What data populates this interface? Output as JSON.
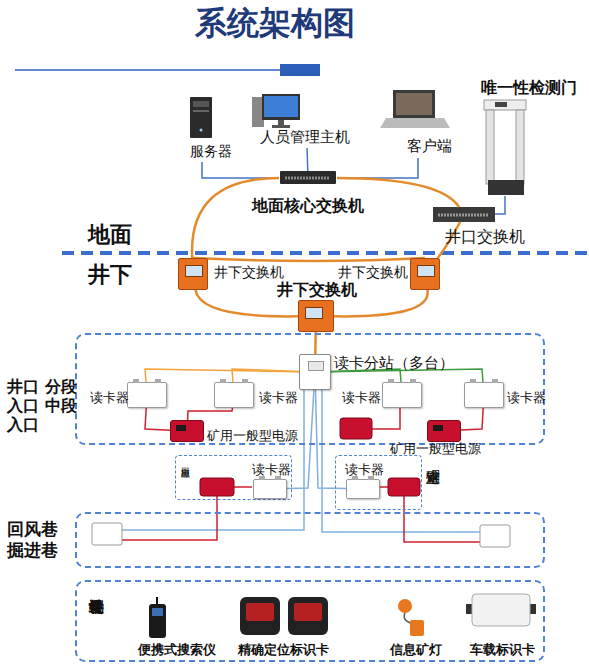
{
  "diagram": {
    "title": "系统架构图",
    "nodes": [
      {
        "text": [
          "服务器"
        ]
      },
      {
        "text": [
          "人员管理主机"
        ]
      },
      {
        "text": [
          "客户端"
        ]
      },
      {
        "text": [
          "唯一性检测门"
        ]
      },
      {
        "text": [
          "地面核心交换机"
        ]
      },
      {
        "text": [
          "井口交换机"
        ]
      },
      {
        "text": [
          "井下交换机"
        ]
      },
      {
        "text": [
          "井下交换机"
        ]
      },
      {
        "text": [
          "井下交换机"
        ]
      },
      {
        "text": [
          "井口 分段入口 中段入口"
        ]
      },
      {
        "text": [
          "读卡分站（多台）"
        ],
        "in": 9
      },
      {
        "text": [
          "读卡器"
        ],
        "in": 9
      },
      {
        "text": [
          "读卡器"
        ],
        "in": 9
      },
      {
        "text": [
          "读卡器"
        ],
        "in": 9
      },
      {
        "text": [
          "读卡器"
        ],
        "in": 9
      },
      {
        "text": [
          "矿用一般型电源"
        ],
        "in": 9
      },
      {
        "text": [
          "矿用一般型电源"
        ],
        "in": 9
      },
      {
        "text": [
          "应急出口"
        ]
      },
      {
        "text": [
          "读卡器"
        ],
        "in": 17
      },
      {
        "text": [
          "避难硐室"
        ]
      },
      {
        "text": [
          "读卡器"
        ],
        "in": 19
      },
      {
        "text": [
          "回风巷 掘进巷"
        ]
      },
      {
        "text": [
          "终端设备"
        ]
      },
      {
        "text": [
          "便携式搜索仪"
        ],
        "in": 22
      },
      {
        "text": [
          "精确定位标识卡"
        ],
        "in": 22
      },
      {
        "text": [
          "信息矿灯"
        ],
        "in": 22
      },
      {
        "text": [
          "车载标识卡"
        ],
        "in": 22
      }
    ],
    "edges": [
      {
        "from": 0,
        "to": 4,
        "arrow": "none"
      },
      {
        "from": 1,
        "to": 4,
        "arrow": "none"
      },
      {
        "from": 2,
        "to": 4,
        "arrow": "none"
      },
      {
        "from": 3,
        "to": 5,
        "arrow": "none"
      },
      {
        "from": 4,
        "to": 6,
        "arrow": "none"
      },
      {
        "from": 4,
        "to": 5,
        "arrow": "none"
      },
      {
        "from": 5,
        "to": 7,
        "arrow": "none"
      },
      {
        "from": 6,
        "to": 7,
        "arrow": "none"
      },
      {
        "from": 6,
        "to": 8,
        "arrow": "none"
      },
      {
        "from": 7,
        "to": 8,
        "arrow": "none"
      },
      {
        "from": 8,
        "to": 10,
        "arrow": "none"
      },
      {
        "from": 10,
        "to": 11,
        "arrow": "none"
      },
      {
        "from": 10,
        "to": 12,
        "arrow": "none"
      },
      {
        "from": 10,
        "to": 13,
        "arrow": "none"
      },
      {
        "from": 10,
        "to": 14,
        "arrow": "none"
      },
      {
        "from": 10,
        "to": 18,
        "arrow": "none"
      },
      {
        "from": 10,
        "to": 20,
        "arrow": "none"
      },
      {
        "from": 11,
        "to": 15,
        "arrow": "none"
      },
      {
        "from": 12,
        "to": 15,
        "arrow": "none"
      },
      {
        "from": 14,
        "to": 16,
        "arrow": "none"
      }
    ],
    "labels": [
      "地面",
      "井下"
    ]
  }
}
